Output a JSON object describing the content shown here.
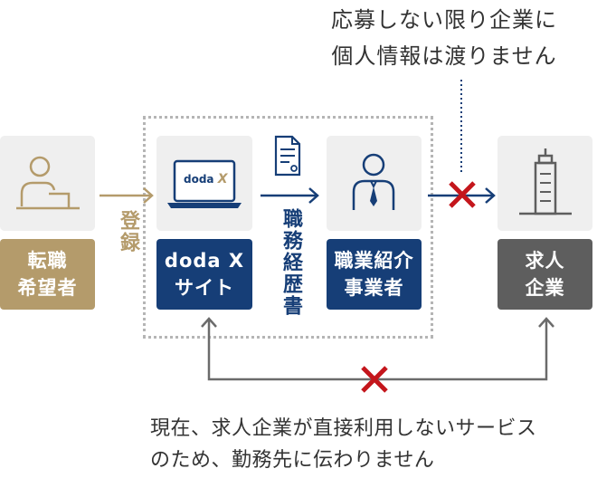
{
  "top_note": [
    "応募しない限り企業に",
    "個人情報は渡りません"
  ],
  "bottom_note": [
    "現在、求人企業が直接利用しないサービス",
    "のため、勤務先に伝わりません"
  ],
  "nodes": {
    "job_seeker": [
      "転職",
      "希望者"
    ],
    "doda_x": [
      "doda X",
      "サイト"
    ],
    "agency": [
      "職業紹介",
      "事業者"
    ],
    "company": [
      "求人",
      "企業"
    ]
  },
  "laptop_logo": "doda",
  "laptop_logo_mark": "X",
  "edge_labels": {
    "registration": "登録",
    "resume": "職務経歴書"
  },
  "colors": {
    "gold": "#b49b6b",
    "navy": "#163e77",
    "gray": "#5e5e5e",
    "red": "#c4161c",
    "light_gray": "#efefef"
  }
}
